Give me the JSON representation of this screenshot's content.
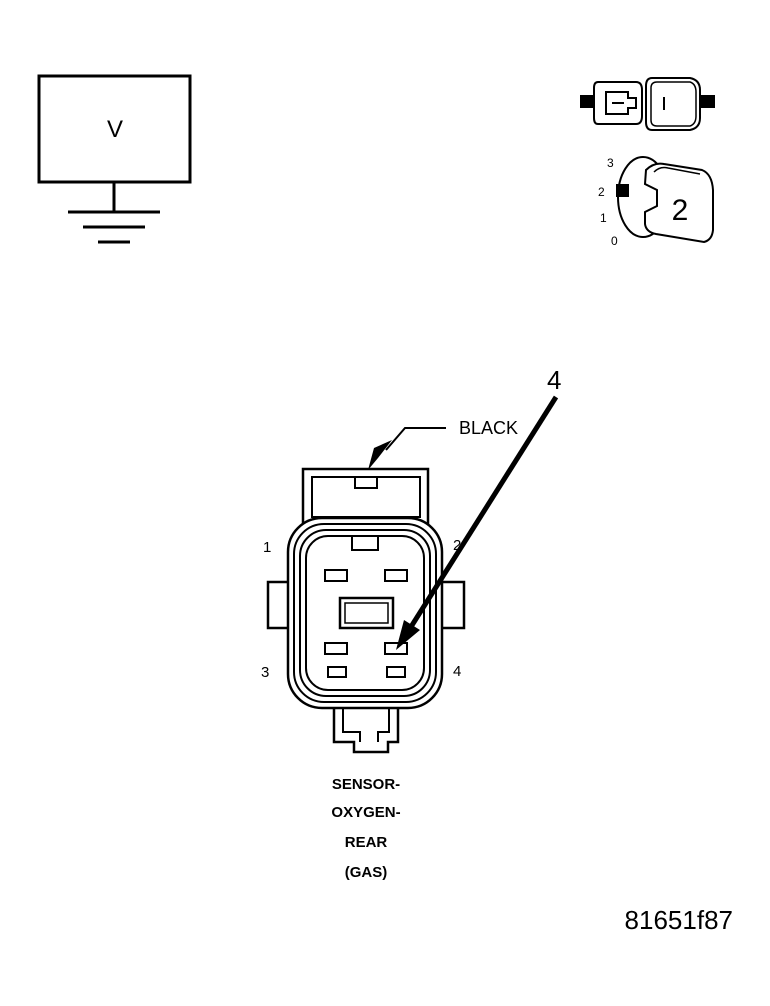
{
  "voltmeter": {
    "symbol": "V"
  },
  "selector_switch": {
    "scale": [
      "3",
      "2",
      "1",
      "0"
    ],
    "setting": "2"
  },
  "callouts": {
    "color_label": "BLACK",
    "pin_callout": "4"
  },
  "connector": {
    "pin_labels": {
      "p1": "1",
      "p2": "2",
      "p3": "3",
      "p4": "4"
    }
  },
  "component_name": [
    "SENSOR-",
    "OXYGEN-",
    "REAR",
    "(GAS)"
  ],
  "figure_id": "81651f87"
}
